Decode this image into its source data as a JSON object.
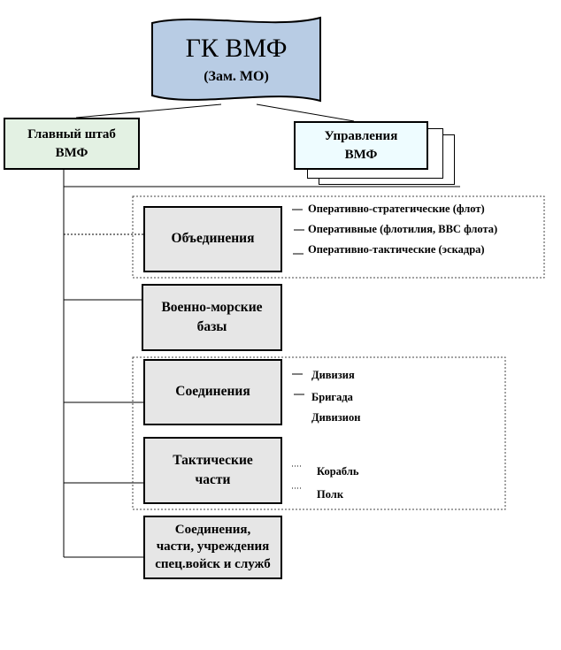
{
  "header": {
    "title": "ГК ВМФ",
    "subtitle": "(Зам. МО)"
  },
  "main_staff": {
    "line1": "Главный штаб",
    "line2": "ВМФ"
  },
  "directorates": {
    "line1": "Управления",
    "line2": "ВМФ"
  },
  "boxes": {
    "obedineniya": "Объединения",
    "vmb": {
      "line1": "Военно-морские",
      "line2": "базы"
    },
    "soedineniya": "Соединения",
    "takticheskie": {
      "line1": "Тактические",
      "line2": "части"
    },
    "spec": {
      "line1": "Соединения,",
      "line2": "части, учреждения",
      "line3": "спец.войск и служб"
    }
  },
  "obedineniya_types": [
    "Оперативно-стратегические (флот)",
    "Оперативные (флотилия, ВВС флота)",
    "Оперативно-тактические (эскадра)"
  ],
  "soedineniya_types": [
    "Дивизия",
    "Бригада",
    "Дивизион"
  ],
  "takticheskie_types": [
    "Корабль",
    "Полк"
  ],
  "colors": {
    "banner_fill": "#b8cce4",
    "main_staff_fill": "#e3f1e3",
    "directorates_fill": "#eefcff",
    "box_fill": "#e6e6e6"
  }
}
